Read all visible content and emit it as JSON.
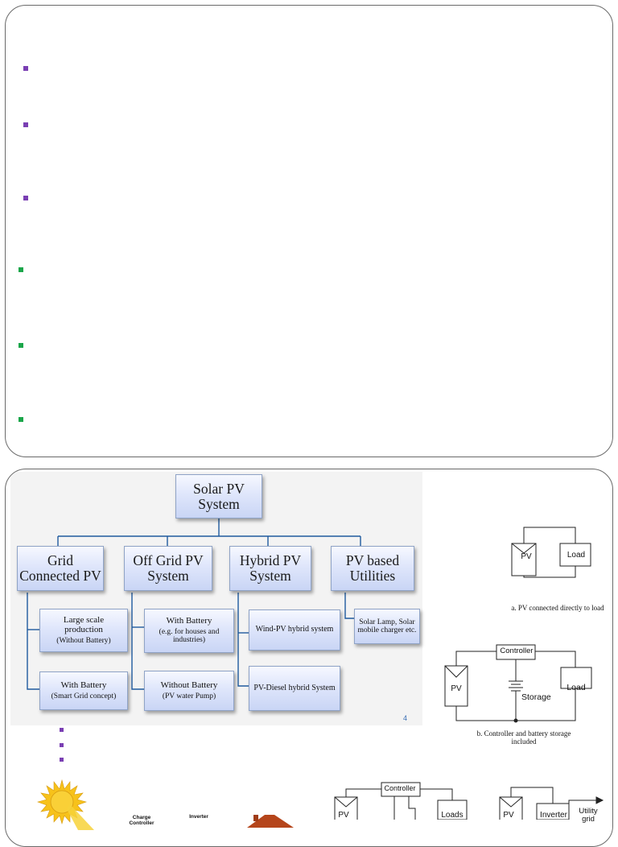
{
  "tree": {
    "root": "Solar PV System",
    "categories": [
      "Grid Connected PV",
      "Off Grid PV System",
      "Hybrid PV System",
      "PV based Utilities"
    ],
    "grid": {
      "large_scale": "Large scale production",
      "large_scale_note": "(Without Battery)",
      "with_battery": "With Battery",
      "with_battery_note": "(Smart Grid concept)"
    },
    "offgrid": {
      "with_battery": "With Battery",
      "with_battery_note": "(e.g. for houses and industries)",
      "without_battery": "Without Battery",
      "without_battery_note": "(PV water Pump)"
    },
    "hybrid": {
      "wind": "Wind-PV hybrid system",
      "diesel": "PV-Diesel hybrid System"
    },
    "utilities": {
      "lamp": "Solar Lamp, Solar mobile charger etc."
    },
    "page_number": "4"
  },
  "diagram_a": {
    "pv": "PV",
    "load": "Load",
    "caption": "a.  PV connected directly to load"
  },
  "diagram_b": {
    "controller": "Controller",
    "pv": "PV",
    "storage": "Storage",
    "load": "Load",
    "caption": "b.  Controller and battery storage included"
  },
  "bottom": {
    "charge_controller": "Charge Controller",
    "inverter": "Inverter",
    "controller": "Controller",
    "pv": "PV",
    "loads": "Loads",
    "pv2": "PV",
    "inverter2": "Inverter",
    "utility_grid": "Utility grid"
  },
  "colors": {
    "bullet_purple": "#7a3fb3",
    "bullet_green": "#1aa64a",
    "tree_line": "#1f5a9e",
    "sun": "#f7c21a",
    "house": "#b5451b"
  }
}
